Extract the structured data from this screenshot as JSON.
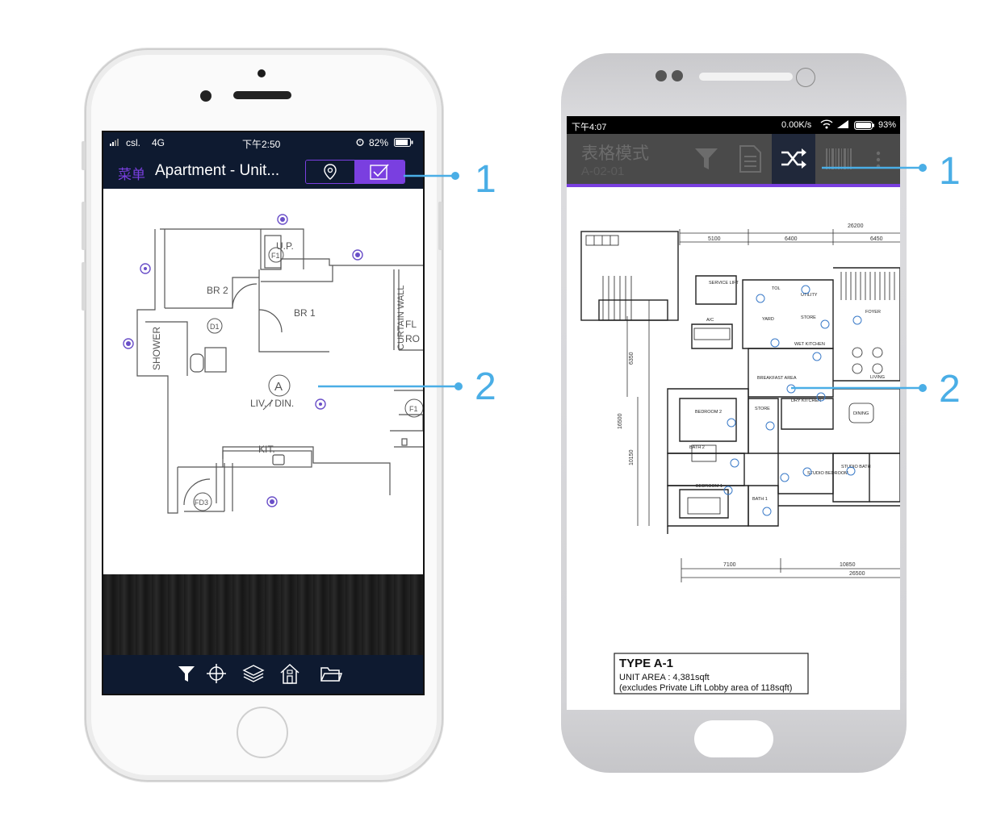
{
  "iphone": {
    "status": {
      "carrier": "csl.",
      "network": "4G",
      "time": "下午2:50",
      "battery": "82%"
    },
    "nav": {
      "menu_label": "菜单",
      "title": "Apartment - Unit..."
    },
    "plan_labels": {
      "up": "U.P.",
      "f1_top": "F1",
      "br2": "BR 2",
      "br1": "BR 1",
      "curtain": "CURTAIN WALL",
      "fl": "FL",
      "ro": "RO",
      "d1": "D1",
      "shower": "SHOWER",
      "a": "A",
      "liv_din": "LIV. / DIN.",
      "f1_right": "F1",
      "kit": "KIT.",
      "fd3": "FD3"
    },
    "tabbar_icons": [
      "filter-icon",
      "crosshair-icon",
      "layers-icon",
      "home-icon",
      "folder-icon"
    ]
  },
  "android": {
    "status": {
      "time": "下午4:07",
      "speed": "0.00K/s",
      "battery": "93%"
    },
    "toolbar": {
      "title": "表格模式",
      "subtitle": "A-02-01"
    },
    "toolbar_icons": [
      "filter-icon",
      "document-icon",
      "shuffle-icon",
      "barcode-icon",
      "more-icon"
    ],
    "plan_labels": {
      "dim_total_top": "26200",
      "dim_5100": "5100",
      "dim_6400": "6400",
      "dim_6450": "6450",
      "service_lift": "SERVICE LIFT",
      "tol": "TOL",
      "utility": "UTILITY",
      "yard": "YARD",
      "store": "STORE",
      "foyer": "FOYER",
      "ac": "A/C",
      "wet_kitchen": "WET KITCHEN",
      "breakfast": "BREAKFAST AREA",
      "living": "LIVING",
      "dry_kitchen": "DRY KITCHEN",
      "bedroom2": "BEDROOM 2",
      "store2": "STORE",
      "dining": "DINING",
      "bath2": "BATH 2",
      "studio_bedroom": "STUDIO BEDROOM",
      "studio_bath": "STUDIO BATH",
      "bedroom1": "BEDROOM 1",
      "bath1": "BATH 1",
      "dim_6350": "6350",
      "dim_16500": "16500",
      "dim_10150": "10150",
      "dim_7100": "7100",
      "dim_10850": "10850",
      "dim_total_bottom": "26500"
    },
    "type_box": {
      "title": "TYPE A-1",
      "area": "UNIT AREA : 4,381sqft",
      "note": "(excludes Private Lift Lobby area of 118sqft)"
    }
  },
  "callouts": {
    "one": "1",
    "two": "2"
  },
  "colors": {
    "accent_purple": "#7a3fe0",
    "navy": "#0e1a30",
    "callout_blue": "#4aaee6",
    "marker_purple": "#6a4fc8"
  }
}
